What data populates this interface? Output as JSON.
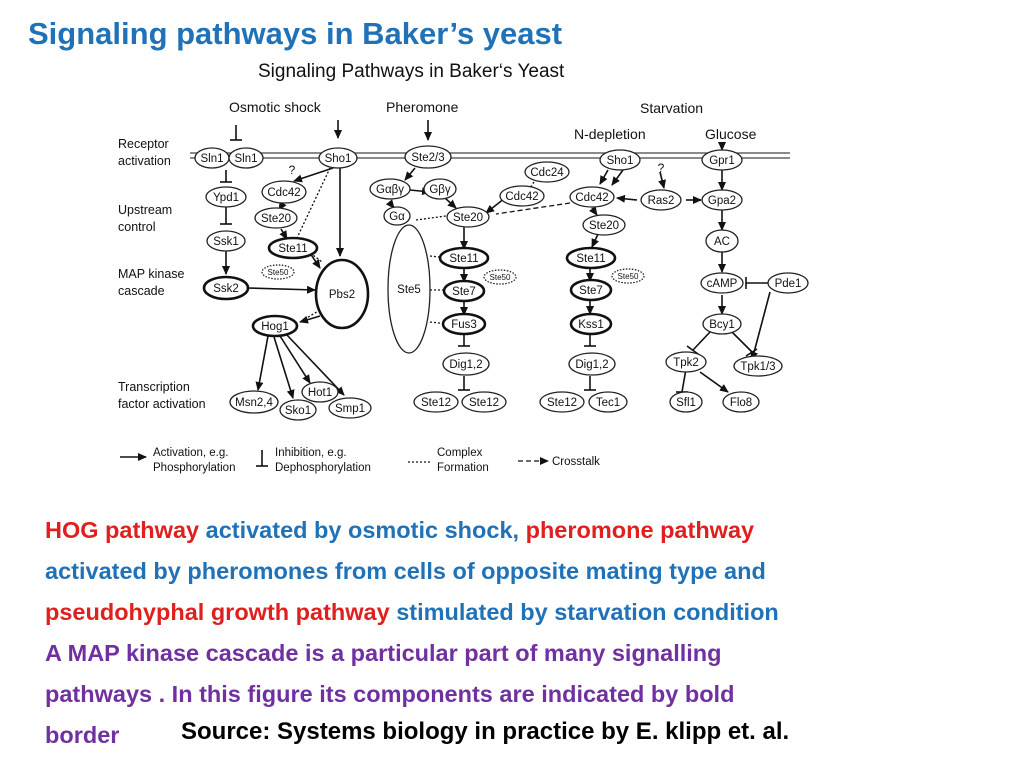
{
  "slide": {
    "title": "Signaling pathways in Baker’s yeast",
    "source": "Source: Systems biology in practice by E. klipp et. al."
  },
  "figure": {
    "title": "Signaling Pathways in Baker‘s Yeast",
    "stimuli": {
      "osmotic": "Osmotic shock",
      "pheromone": "Pheromone",
      "starvation": "Starvation",
      "ndepletion": "N-depletion",
      "glucose": "Glucose"
    },
    "levels": {
      "receptor_1": "Receptor",
      "receptor_2": "activation",
      "upstream_1": "Upstream",
      "upstream_2": "control",
      "mapk_1": "MAP kinase",
      "mapk_2": "cascade",
      "tf_1": "Transcription",
      "tf_2": "factor activation"
    },
    "nodes": {
      "sln1a": "Sln1",
      "sln1b": "Sln1",
      "sho1a": "Sho1",
      "ste23": "Ste2/3",
      "sho1b": "Sho1",
      "gpr1": "Gpr1",
      "ypd1": "Ypd1",
      "cdc42a": "Cdc42",
      "ste20a": "Ste20",
      "ste11a": "Ste11",
      "ste50a": "Ste50",
      "ssk1": "Ssk1",
      "ssk2": "Ssk2",
      "pbs2": "Pbs2",
      "hog1": "Hog1",
      "msn24": "Msn2,4",
      "hot1": "Hot1",
      "sko1": "Sko1",
      "smp1": "Smp1",
      "gabg": "Gαβγ",
      "gbg": "Gβγ",
      "ga": "Gα",
      "cdc24": "Cdc24",
      "cdc42b": "Cdc42",
      "ste20b": "Ste20",
      "ste5": "Ste5",
      "ste11b": "Ste11",
      "ste50b": "Ste50",
      "ste7a": "Ste7",
      "fus3": "Fus3",
      "dig12a": "Dig1,2",
      "ste12a": "Ste12",
      "ste12b": "Ste12",
      "cdc42c": "Cdc42",
      "ras2": "Ras2",
      "ste20c": "Ste20",
      "ste11c": "Ste11",
      "ste50c": "Ste50",
      "ste7b": "Ste7",
      "kss1": "Kss1",
      "dig12b": "Dig1,2",
      "ste12c": "Ste12",
      "tec1": "Tec1",
      "gpa2": "Gpa2",
      "ac": "AC",
      "camp": "cAMP",
      "pde1": "Pde1",
      "bcy1": "Bcy1",
      "tpk2": "Tpk2",
      "tpk13": "Tpk1/3",
      "sfl1": "Sfl1",
      "flo8": "Flo8",
      "q1": "?",
      "q2": "?"
    },
    "legend": {
      "act_1": "Activation, e.g.",
      "act_2": "Phosphorylation",
      "inh_1": "Inhibition, e.g.",
      "inh_2": "Dephosphorylation",
      "cpx_1": "Complex",
      "cpx_2": "Formation",
      "cross": "Crosstalk"
    }
  },
  "caption": {
    "l1_a": "HOG pathway",
    "l1_b": " activated by osmotic shock, ",
    "l1_c": "pheromone pathway",
    "l2": "activated by pheromones from  cells of opposite mating type and",
    "l3_a": "pseudohyphal growth pathway",
    "l3_b": " stimulated by starvation condition",
    "l4": "A MAP kinase cascade is a particular part of many signalling",
    "l5": "pathways . In this figure its components are indicated by bold",
    "l6": "border"
  }
}
